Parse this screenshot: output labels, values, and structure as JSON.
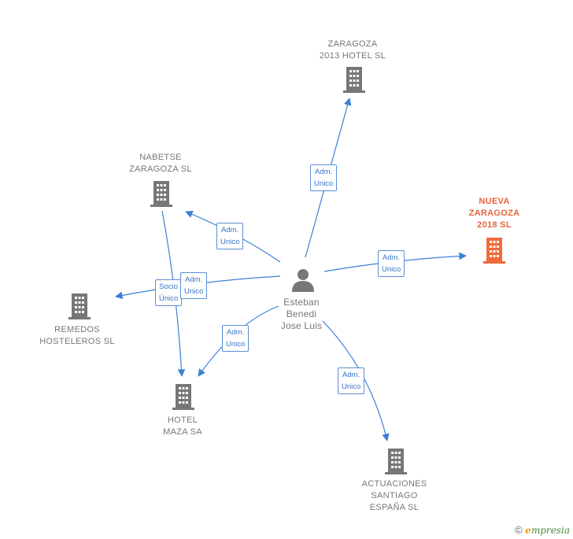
{
  "colors": {
    "edge": "#3c7fd6",
    "building": "#777777",
    "building_highlight": "#f06a3c",
    "person": "#777777"
  },
  "nodes": {
    "zaragoza_2013": {
      "label": "ZARAGOZA\n2013 HOTEL SL",
      "icon": "building-icon"
    },
    "nabetse": {
      "label": "NABETSE\nZARAGOZA SL",
      "icon": "building-icon"
    },
    "nueva_zaragoza": {
      "label": "NUEVA\nZARAGOZA\n2018  SL",
      "icon": "building-icon"
    },
    "remedos": {
      "label": "REMEDOS\nHOSTELEROS SL",
      "icon": "building-icon"
    },
    "hotel_maza": {
      "label": "HOTEL\nMAZA SA",
      "icon": "building-icon"
    },
    "actuaciones": {
      "label": "ACTUACIONES\nSANTIAGO\nESPAÑA  SL",
      "icon": "building-icon"
    },
    "person": {
      "label": "Esteban\nBenedi\nJose Luis",
      "icon": "person-icon"
    }
  },
  "edges": {
    "to_zaragoza_2013": "Adm.\nUnico",
    "to_nabetse": "Adm.\nUnico",
    "to_nueva_zaragoza": "Adm.\nUnico",
    "socio_unico": "Socio\nÚnico",
    "to_remedos": "Adm.\nUnico",
    "to_hotel_maza": "Adm.\nUnico",
    "to_actuaciones": "Adm.\nUnico"
  },
  "footer": {
    "copyright": "©",
    "brand_initial": "e",
    "brand_rest": "mpresia"
  }
}
